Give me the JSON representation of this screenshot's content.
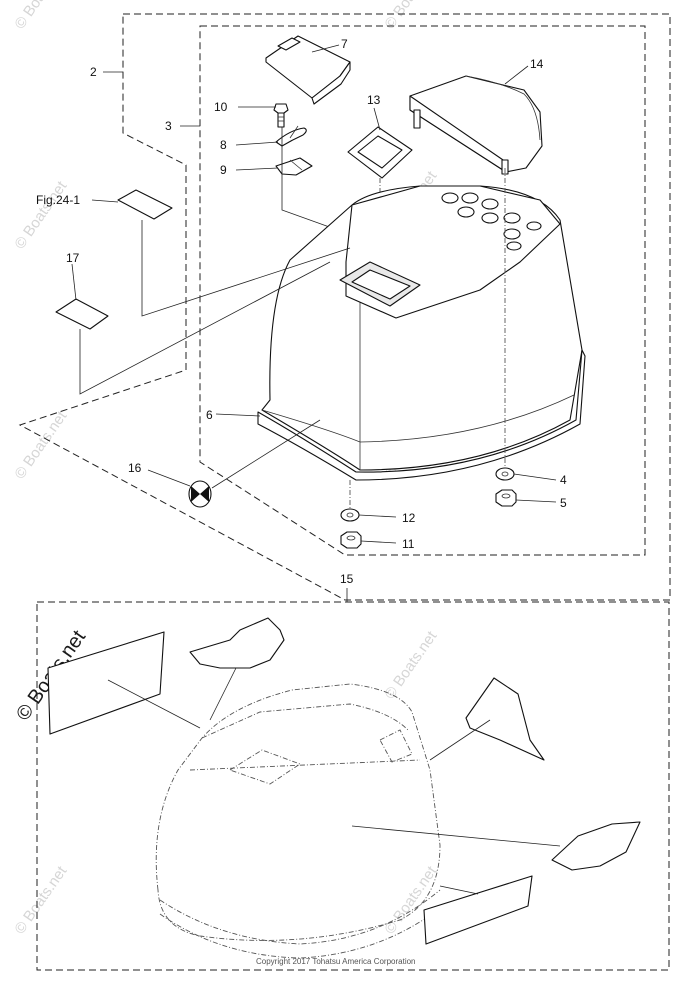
{
  "callouts": {
    "c2": "2",
    "c3": "3",
    "c4": "4",
    "c5": "5",
    "c6": "6",
    "c7": "7",
    "c8": "8",
    "c9": "9",
    "c10": "10",
    "c11": "11",
    "c12": "12",
    "c13": "13",
    "c14": "14",
    "c15": "15",
    "c16": "16",
    "c17": "17",
    "fig": "Fig.24-1"
  },
  "watermark": {
    "text": "© Boats.net"
  },
  "copyright": "Copyright 2017 Tohatsu America Corporation"
}
